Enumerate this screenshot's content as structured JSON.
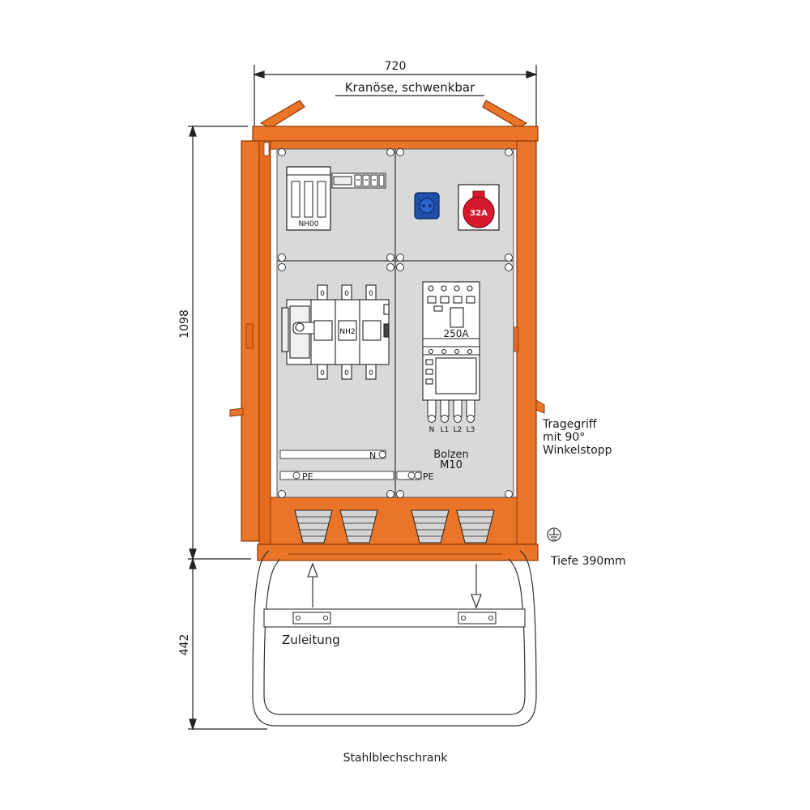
{
  "dimensions": {
    "width": "720",
    "height_cabinet": "1098",
    "height_frame": "442"
  },
  "labels": {
    "crane_eye": "Kranöse, schwenkbar",
    "handle": [
      "Tragegriff",
      "mit 90°",
      "Winkelstopp"
    ],
    "depth": "Tiefe 390mm",
    "supply": "Zuleitung",
    "cabinet_type": "Stahlblechschrank",
    "bolt": [
      "Bolzen",
      "M10"
    ],
    "pe_left": "PE",
    "pe_right": "PE",
    "n_bar": "N"
  },
  "components": {
    "fuse_base": "NH00",
    "switch_disconnector": "NH2",
    "breaker_rating": "250A",
    "cee_socket": "32A",
    "terminals": [
      "N",
      "L1",
      "L2",
      "L3"
    ],
    "switch_top_marks": [
      "0",
      "0",
      "0"
    ],
    "switch_bottom_marks": [
      "0",
      "0",
      "0"
    ]
  },
  "colors": {
    "cabinet": "#EA7427",
    "cabinet_edge": "#C85A14",
    "panel": "#D9D9D9",
    "cee_red": "#D7192D",
    "schuko_blue": "#1F4FA8",
    "frame_gray": "#CFCFCF"
  },
  "icons": [
    "ground-symbol-icon",
    "arrow-up-icon",
    "arrow-down-icon"
  ]
}
